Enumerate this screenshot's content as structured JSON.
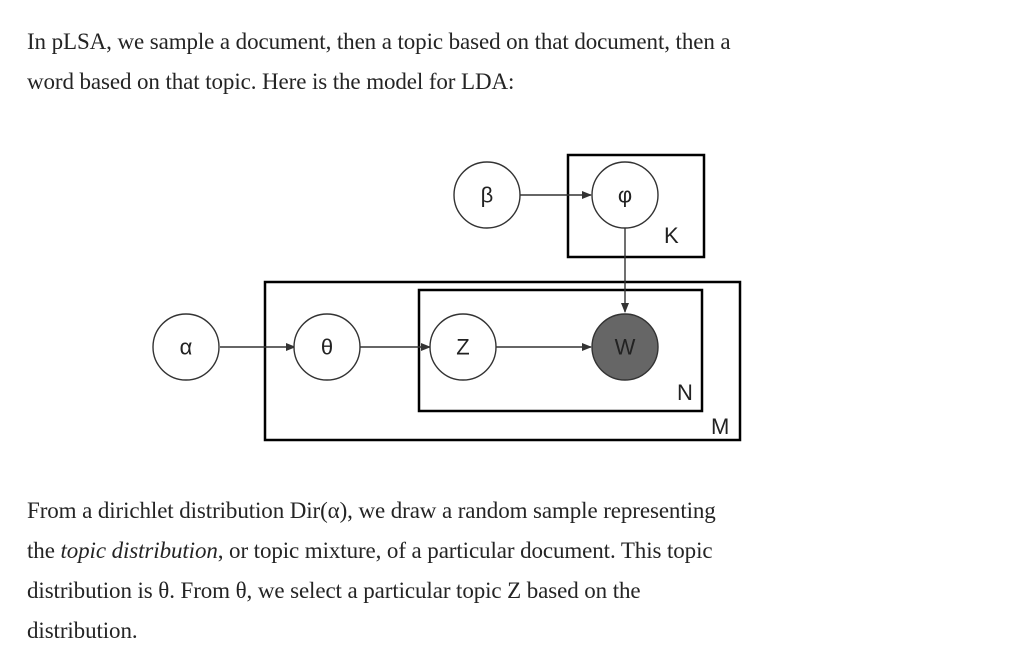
{
  "intro": {
    "line1": "In pLSA, we sample a document, then a topic based on that document, then a",
    "line2": "word based on that topic. Here is the model for LDA:"
  },
  "diagram": {
    "nodes": {
      "alpha": "α",
      "theta": "θ",
      "z": "Z",
      "w": "W",
      "beta": "β",
      "phi": "φ"
    },
    "plates": {
      "k": "K",
      "n": "N",
      "m": "M"
    },
    "colors": {
      "observed_fill": "#666666",
      "node_stroke": "#333333",
      "plate_stroke": "#000000",
      "edge": "#333333"
    }
  },
  "outro": {
    "line1": "From a dirichlet distribution Dir(α), we draw a random sample representing",
    "line2_before": "the ",
    "line2_italic": "topic distribution",
    "line2_after": ", or topic mixture, of a particular document. This topic",
    "line3": "distribution is θ. From θ, we select a particular topic Z based on the",
    "line4": "distribution."
  }
}
